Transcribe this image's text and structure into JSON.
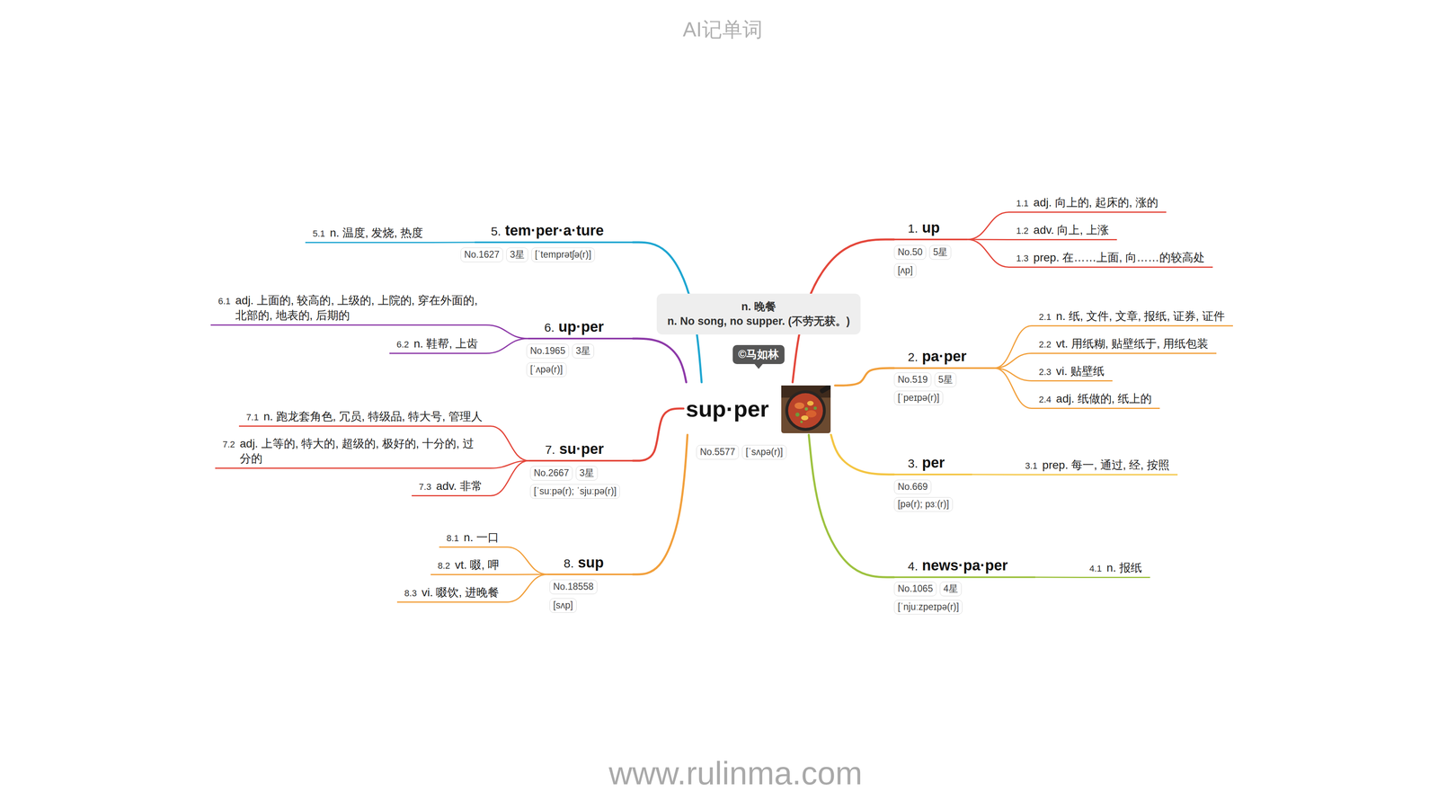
{
  "diagram": {
    "nodes": [
      {
        "text": [
          "sup·per"
        ]
      },
      {
        "text": [
          "n. 晚餐",
          "n. No song, no supper. (不劳无获。)"
        ]
      },
      {
        "text": [
          "©马如林"
        ]
      },
      {
        "text": [
          "No.5577"
        ]
      },
      {
        "text": [
          "[ˈsʌpə(r)]"
        ]
      },
      {
        "text": [
          "1.",
          "up"
        ]
      },
      {
        "text": [
          "No.50"
        ]
      },
      {
        "text": [
          "5星"
        ]
      },
      {
        "text": [
          "[ʌp]"
        ]
      },
      {
        "text": [
          "1.1",
          "adj. 向上的, 起床的, 涨的"
        ]
      },
      {
        "text": [
          "1.2",
          "adv. 向上, 上涨"
        ]
      },
      {
        "text": [
          "1.3",
          "prep. 在……上面, 向……的较高处"
        ]
      },
      {
        "text": [
          "2.",
          "pa·per"
        ]
      },
      {
        "text": [
          "No.519"
        ]
      },
      {
        "text": [
          "5星"
        ]
      },
      {
        "text": [
          "[ˈpeɪpə(r)]"
        ]
      },
      {
        "text": [
          "2.1",
          "n. 纸, 文件, 文章, 报纸, 证券, 证件"
        ]
      },
      {
        "text": [
          "2.2",
          "vt. 用纸糊, 贴壁纸于, 用纸包装"
        ]
      },
      {
        "text": [
          "2.3",
          "vi. 贴壁纸"
        ]
      },
      {
        "text": [
          "2.4",
          "adj. 纸做的, 纸上的"
        ]
      },
      {
        "text": [
          "3.",
          "per"
        ]
      },
      {
        "text": [
          "No.669"
        ]
      },
      {
        "text": [
          "[pə(r); pɜː(r)]"
        ]
      },
      {
        "text": [
          "3.1",
          "prep. 每一, 通过, 经, 按照"
        ]
      },
      {
        "text": [
          "4.",
          "news·pa·per"
        ]
      },
      {
        "text": [
          "No.1065"
        ]
      },
      {
        "text": [
          "4星"
        ]
      },
      {
        "text": [
          "[ˈnjuːzpeɪpə(r)]"
        ]
      },
      {
        "text": [
          "4.1",
          "n. 报纸"
        ]
      },
      {
        "text": [
          "5.",
          "tem·per·a·ture"
        ]
      },
      {
        "text": [
          "No.1627"
        ]
      },
      {
        "text": [
          "3星"
        ]
      },
      {
        "text": [
          "[ˈtemprətʃə(r)]"
        ]
      },
      {
        "text": [
          "5.1",
          "n. 温度, 发烧, 热度"
        ]
      },
      {
        "text": [
          "6.",
          "up·per"
        ]
      },
      {
        "text": [
          "No.1965"
        ]
      },
      {
        "text": [
          "3星"
        ]
      },
      {
        "text": [
          "[ˈʌpə(r)]"
        ]
      },
      {
        "text": [
          "6.1",
          "adj. 上面的, 较高的, 上级的, 上院的, 穿在外面的, 北部的, 地表的, 后期的"
        ]
      },
      {
        "text": [
          "6.2",
          "n. 鞋帮, 上齿"
        ]
      },
      {
        "text": [
          "7.",
          "su·per"
        ]
      },
      {
        "text": [
          "No.2667"
        ]
      },
      {
        "text": [
          "3星"
        ]
      },
      {
        "text": [
          "[ˈsuːpə(r); ˈsjuːpə(r)]"
        ]
      },
      {
        "text": [
          "7.1",
          "n. 跑龙套角色, 冗员, 特级品, 特大号, 管理人"
        ]
      },
      {
        "text": [
          "7.2",
          "adj. 上等的, 特大的, 超级的, 极好的, 十分的, 过分的"
        ]
      },
      {
        "text": [
          "7.3",
          "adv. 非常"
        ]
      },
      {
        "text": [
          "8.",
          "sup"
        ]
      },
      {
        "text": [
          "No.18558"
        ]
      },
      {
        "text": [
          "[sʌp]"
        ]
      },
      {
        "text": [
          "8.1",
          "n. 一口"
        ]
      },
      {
        "text": [
          "8.2",
          "vt. 啜, 呷"
        ]
      },
      {
        "text": [
          "8.3",
          "vi. 啜饮, 进晚餐"
        ]
      }
    ],
    "edges": [
      {
        "from": 0,
        "to": 5,
        "arrow": "none"
      },
      {
        "from": 0,
        "to": 12,
        "arrow": "none"
      },
      {
        "from": 0,
        "to": 20,
        "arrow": "none"
      },
      {
        "from": 0,
        "to": 24,
        "arrow": "none"
      },
      {
        "from": 0,
        "to": 29,
        "arrow": "none"
      },
      {
        "from": 0,
        "to": 34,
        "arrow": "none"
      },
      {
        "from": 0,
        "to": 40,
        "arrow": "none"
      },
      {
        "from": 0,
        "to": 47,
        "arrow": "none"
      },
      {
        "from": 5,
        "to": 9,
        "arrow": "none"
      },
      {
        "from": 5,
        "to": 10,
        "arrow": "none"
      },
      {
        "from": 5,
        "to": 11,
        "arrow": "none"
      },
      {
        "from": 12,
        "to": 16,
        "arrow": "none"
      },
      {
        "from": 12,
        "to": 17,
        "arrow": "none"
      },
      {
        "from": 12,
        "to": 18,
        "arrow": "none"
      },
      {
        "from": 12,
        "to": 19,
        "arrow": "none"
      },
      {
        "from": 20,
        "to": 23,
        "arrow": "none"
      },
      {
        "from": 24,
        "to": 28,
        "arrow": "none"
      },
      {
        "from": 29,
        "to": 33,
        "arrow": "none"
      },
      {
        "from": 34,
        "to": 38,
        "arrow": "none"
      },
      {
        "from": 34,
        "to": 39,
        "arrow": "none"
      },
      {
        "from": 40,
        "to": 44,
        "arrow": "none"
      },
      {
        "from": 40,
        "to": 45,
        "arrow": "none"
      },
      {
        "from": 40,
        "to": 46,
        "arrow": "none"
      },
      {
        "from": 47,
        "to": 50,
        "arrow": "none"
      },
      {
        "from": 47,
        "to": 51,
        "arrow": "none"
      },
      {
        "from": 47,
        "to": 52,
        "arrow": "none"
      }
    ],
    "labels": [
      "AI记单词",
      "www.rulinma.com"
    ]
  }
}
